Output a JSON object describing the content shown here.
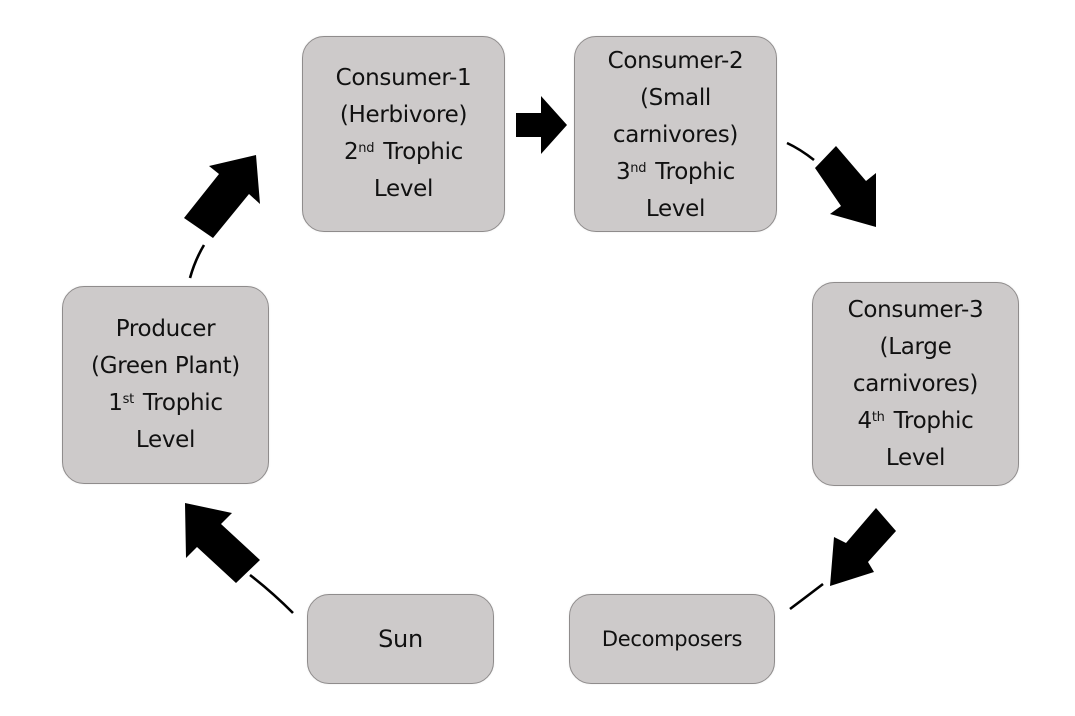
{
  "diagram": {
    "type": "food-chain-cycle",
    "nodes": [
      {
        "id": "consumer-1",
        "lines": [
          {
            "text": "Consumer-1"
          },
          {
            "text": "(Herbivore)"
          },
          {
            "num": "2",
            "sup": "nd",
            "text": " Trophic"
          },
          {
            "text": "Level"
          }
        ]
      },
      {
        "id": "consumer-2",
        "lines": [
          {
            "text": "Consumer-2"
          },
          {
            "text": "(Small"
          },
          {
            "text": "carnivores)"
          },
          {
            "num": "3",
            "sup": "nd",
            "text": " Trophic"
          },
          {
            "text": "Level"
          }
        ]
      },
      {
        "id": "consumer-3",
        "lines": [
          {
            "text": "Consumer-3"
          },
          {
            "text": "(Large"
          },
          {
            "text": "carnivores)"
          },
          {
            "num": "4",
            "sup": "th",
            "text": " Trophic"
          },
          {
            "text": "Level"
          }
        ]
      },
      {
        "id": "decomposers",
        "lines": [
          {
            "text": "Decomposers"
          }
        ]
      },
      {
        "id": "sun",
        "lines": [
          {
            "text": "Sun"
          }
        ]
      },
      {
        "id": "producer",
        "lines": [
          {
            "text": "Producer"
          },
          {
            "text": "(Green Plant)"
          },
          {
            "num": "1",
            "sup": "st",
            "text": " Trophic"
          },
          {
            "text": "Level"
          }
        ]
      }
    ],
    "edges": [
      {
        "from": "sun",
        "to": "producer"
      },
      {
        "from": "producer",
        "to": "consumer-1"
      },
      {
        "from": "consumer-1",
        "to": "consumer-2"
      },
      {
        "from": "consumer-2",
        "to": "consumer-3"
      },
      {
        "from": "consumer-3",
        "to": "decomposers"
      }
    ],
    "colors": {
      "node_fill": "#cdcaca",
      "node_border": "#8f8c8c",
      "arrow": "#000000",
      "text": "#111111",
      "background": "#ffffff"
    }
  }
}
